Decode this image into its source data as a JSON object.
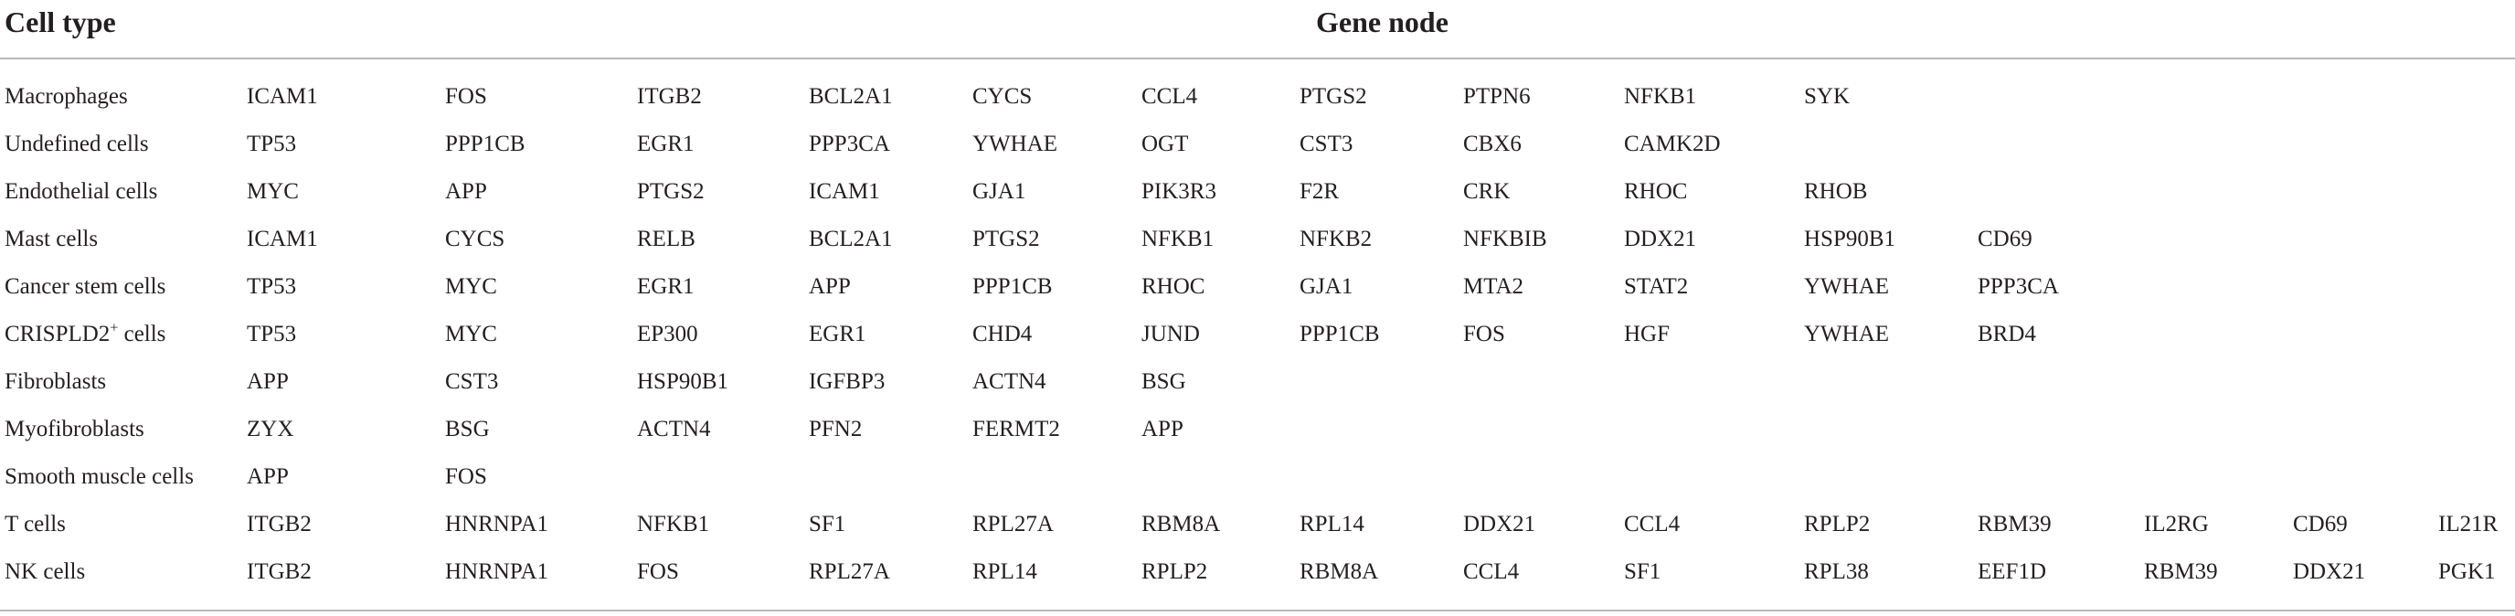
{
  "table": {
    "header": {
      "cell_type": "Cell type",
      "gene_node": "Gene node"
    },
    "rows": [
      {
        "cell_type": "Macrophages",
        "genes": [
          "ICAM1",
          "FOS",
          "ITGB2",
          "BCL2A1",
          "CYCS",
          "CCL4",
          "PTGS2",
          "PTPN6",
          "NFKB1",
          "SYK"
        ]
      },
      {
        "cell_type": "Undefined cells",
        "genes": [
          "TP53",
          "PPP1CB",
          "EGR1",
          "PPP3CA",
          "YWHAE",
          "OGT",
          "CST3",
          "CBX6",
          "CAMK2D"
        ]
      },
      {
        "cell_type": "Endothelial cells",
        "genes": [
          "MYC",
          "APP",
          "PTGS2",
          "ICAM1",
          "GJA1",
          "PIK3R3",
          "F2R",
          "CRK",
          "RHOC",
          "RHOB"
        ]
      },
      {
        "cell_type": "Mast cells",
        "genes": [
          "ICAM1",
          "CYCS",
          "RELB",
          "BCL2A1",
          "PTGS2",
          "NFKB1",
          "NFKB2",
          "NFKBIB",
          "DDX21",
          "HSP90B1",
          "CD69"
        ]
      },
      {
        "cell_type": "Cancer stem cells",
        "genes": [
          "TP53",
          "MYC",
          "EGR1",
          "APP",
          "PPP1CB",
          "RHOC",
          "GJA1",
          "MTA2",
          "STAT2",
          "YWHAE",
          "PPP3CA"
        ]
      },
      {
        "cell_type": "CRISPLD2",
        "cell_type_sup": "+",
        "cell_type_suffix": " cells",
        "genes": [
          "TP53",
          "MYC",
          "EP300",
          "EGR1",
          "CHD4",
          "JUND",
          "PPP1CB",
          "FOS",
          "HGF",
          "YWHAE",
          "BRD4"
        ]
      },
      {
        "cell_type": "Fibroblasts",
        "genes": [
          "APP",
          "CST3",
          "HSP90B1",
          "IGFBP3",
          "ACTN4",
          "BSG"
        ]
      },
      {
        "cell_type": "Myofibroblasts",
        "genes": [
          "ZYX",
          "BSG",
          "ACTN4",
          "PFN2",
          "FERMT2",
          "APP"
        ]
      },
      {
        "cell_type": "Smooth muscle cells",
        "genes": [
          "APP",
          "FOS"
        ]
      },
      {
        "cell_type": "T cells",
        "genes": [
          "ITGB2",
          "HNRNPA1",
          "NFKB1",
          "SF1",
          "RPL27A",
          "RBM8A",
          "RPL14",
          "DDX21",
          "CCL4",
          "RPLP2",
          "RBM39",
          "IL2RG",
          "CD69",
          "IL21R"
        ]
      },
      {
        "cell_type": "NK cells",
        "genes": [
          "ITGB2",
          "HNRNPA1",
          "FOS",
          "RPL27A",
          "RPL14",
          "RPLP2",
          "RBM8A",
          "CCL4",
          "SF1",
          "RPL38",
          "EEF1D",
          "RBM39",
          "DDX21",
          "PGK1"
        ]
      }
    ]
  }
}
